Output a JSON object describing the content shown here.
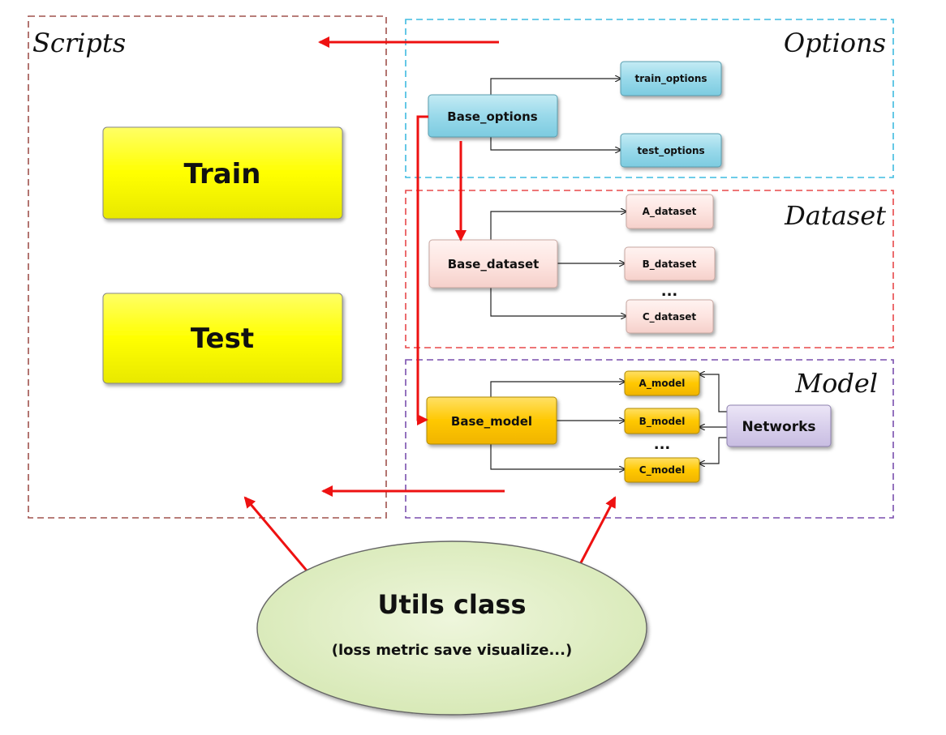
{
  "regions": {
    "scripts": "Scripts",
    "options": "Options",
    "dataset": "Dataset",
    "model": "Model"
  },
  "scripts": {
    "train": "Train",
    "test": "Test"
  },
  "options": {
    "base": "Base_options",
    "train": "train_options",
    "test": "test_options"
  },
  "dataset": {
    "base": "Base_dataset",
    "a": "A_dataset",
    "b": "B_dataset",
    "ellipsis": "...",
    "c": "C_dataset"
  },
  "model": {
    "base": "Base_model",
    "a": "A_model",
    "b": "B_model",
    "ellipsis": "...",
    "c": "C_model",
    "networks": "Networks"
  },
  "utils": {
    "title": "Utils class",
    "subtitle": "(loss metric save visualize...)"
  },
  "colors": {
    "scripts_border": "#a0524d",
    "options_border": "#3fbbe0",
    "dataset_border": "#e8484a",
    "model_border": "#7a4fae",
    "arrow_red": "#ee1111",
    "yellow_box": "#ffff00",
    "blue_box": "#99d9ea",
    "pink_box": "#fde4e0",
    "gold_box": "#ffc800",
    "lavender_box": "#d9d0ec",
    "utils_fill": "#e2efc8"
  }
}
